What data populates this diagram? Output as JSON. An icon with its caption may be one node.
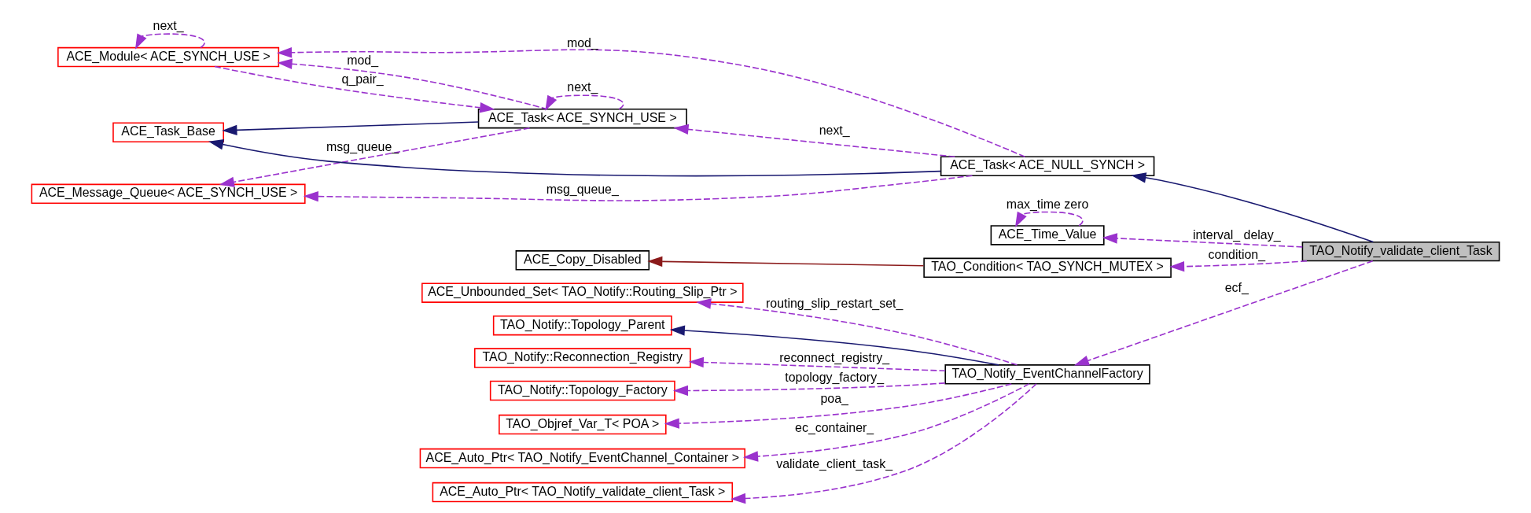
{
  "diagram": {
    "nodes": [
      {
        "text": [
          "ACE_Task_Base"
        ]
      },
      {
        "text": [
          "ACE_Task< ACE_SYNCH_USE >"
        ]
      },
      {
        "text": [
          "ACE_Module< ACE_SYNCH_USE >"
        ]
      },
      {
        "text": [
          "ACE_Message_Queue< ACE_SYNCH_USE >"
        ]
      },
      {
        "text": [
          "ACE_Task< ACE_NULL_SYNCH >"
        ]
      },
      {
        "text": [
          "ACE_Time_Value"
        ]
      },
      {
        "text": [
          "ACE_Copy_Disabled"
        ]
      },
      {
        "text": [
          "TAO_Condition< TAO_SYNCH_MUTEX >"
        ]
      },
      {
        "text": [
          "TAO_Notify_validate_client_Task"
        ]
      },
      {
        "text": [
          "TAO_Notify::Topology_Parent"
        ]
      },
      {
        "text": [
          "TAO_Notify::Reconnection_Registry"
        ]
      },
      {
        "text": [
          "TAO_Notify::Topology_Factory"
        ]
      },
      {
        "text": [
          "TAO_Objref_Var_T< POA >"
        ]
      },
      {
        "text": [
          "ACE_Auto_Ptr< TAO_Notify_EventChannel_Container >"
        ]
      },
      {
        "text": [
          "ACE_Auto_Ptr< TAO_Notify_validate_client_Task >"
        ]
      },
      {
        "text": [
          "ACE_Unbounded_Set< TAO_Notify::Routing_Slip_Ptr >"
        ]
      },
      {
        "text": [
          "TAO_Notify_EventChannelFactory"
        ]
      }
    ],
    "edges": [
      {
        "from": 4,
        "to": 0,
        "arrow": "to",
        "color": "#191970"
      },
      {
        "from": 1,
        "to": 0,
        "arrow": "to",
        "color": "#191970"
      },
      {
        "from": 1,
        "to": 1,
        "arrow": "to",
        "label": "next_",
        "style": "dashed"
      },
      {
        "from": 2,
        "to": 1,
        "arrow": "to",
        "label": "q_pair_",
        "style": "dashed"
      },
      {
        "from": 1,
        "to": 2,
        "arrow": "to",
        "label": "mod_",
        "style": "dashed"
      },
      {
        "from": 2,
        "to": 2,
        "arrow": "to",
        "label": "next_",
        "style": "dashed"
      },
      {
        "from": 1,
        "to": 3,
        "arrow": "to",
        "label": "msg_queue_",
        "style": "dashed"
      },
      {
        "from": 4,
        "to": 2,
        "arrow": "to",
        "label": "mod_",
        "style": "dashed"
      },
      {
        "from": 4,
        "to": 1,
        "arrow": "to",
        "label": "next_",
        "style": "dashed"
      },
      {
        "from": 4,
        "to": 3,
        "arrow": "to",
        "label": "msg_queue_",
        "style": "dashed"
      },
      {
        "from": 8,
        "to": 4,
        "arrow": "to",
        "color": "#191970"
      },
      {
        "from": 5,
        "to": 5,
        "arrow": "to",
        "label": "max_time zero",
        "style": "dashed"
      },
      {
        "from": 8,
        "to": 5,
        "arrow": "to",
        "label": "interval_ delay_",
        "style": "dashed"
      },
      {
        "from": 7,
        "to": 6,
        "arrow": "to",
        "color": "#8b1a1a"
      },
      {
        "from": 8,
        "to": 7,
        "arrow": "to",
        "label": "condition_",
        "style": "dashed"
      },
      {
        "from": 8,
        "to": 16,
        "arrow": "to",
        "label": "ecf_",
        "style": "dashed"
      },
      {
        "from": 16,
        "to": 9,
        "arrow": "to",
        "color": "#191970"
      },
      {
        "from": 16,
        "to": 10,
        "arrow": "to",
        "label": "reconnect_registry_",
        "style": "dashed"
      },
      {
        "from": 16,
        "to": 11,
        "arrow": "to",
        "label": "topology_factory_",
        "style": "dashed"
      },
      {
        "from": 16,
        "to": 12,
        "arrow": "to",
        "label": "poa_",
        "style": "dashed"
      },
      {
        "from": 16,
        "to": 13,
        "arrow": "to",
        "label": "ec_container_",
        "style": "dashed"
      },
      {
        "from": 16,
        "to": 14,
        "arrow": "to",
        "label": "validate_client_task_",
        "style": "dashed"
      },
      {
        "from": 16,
        "to": 15,
        "arrow": "to",
        "label": "routing_slip_restart_set_",
        "style": "dashed"
      }
    ]
  }
}
